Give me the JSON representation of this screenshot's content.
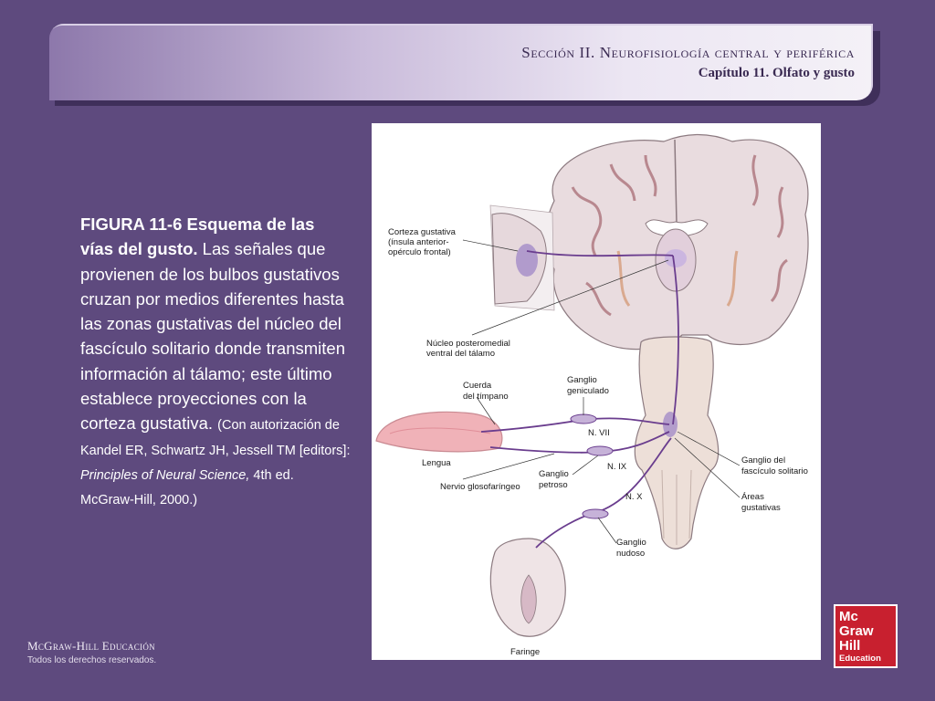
{
  "header": {
    "section": "Sección II.  Neurofisiología central y periférica",
    "chapter": "Capítulo 11. Olfato y gusto"
  },
  "caption": {
    "figure_title": "FIGURA 11-6 Esquema de las vías del gusto.",
    "body": "Las señales que provienen de los bulbos gustativos cruzan por medios diferentes hasta las zonas gustativas del núcleo del fascículo solitario donde transmiten información al tálamo; este último establece proyecciones con la corteza gustativa.",
    "credit_prefix": "(Con autorización de Kandel ER, Schwartz JH, Jessell TM [editors]:",
    "credit_book": "Principles of Neural Science,",
    "credit_suffix": "4th ed. McGraw-Hill, 2000.)"
  },
  "figure_labels": {
    "cortex_1": "Corteza gustativa",
    "cortex_2": "(ínsula anterior-",
    "cortex_3": "opérculo frontal)",
    "thalamus_1": "Núcleo posteromedial",
    "thalamus_2": "ventral del tálamo",
    "chorda_1": "Cuerda",
    "chorda_2": "del tímpano",
    "geniculate_1": "Ganglio",
    "geniculate_2": "geniculado",
    "n7": "N. VII",
    "n9": "N. IX",
    "n10": "N. X",
    "tongue": "Lengua",
    "glossopharyngeal": "Nervio glosofaríngeo",
    "petrosal_1": "Ganglio",
    "petrosal_2": "petroso",
    "nodose_1": "Ganglio",
    "nodose_2": "nudoso",
    "solitary_1": "Ganglio del",
    "solitary_2": "fascículo solitario",
    "areas_1": "Áreas",
    "areas_2": "gustativas",
    "pharynx": "Faringe"
  },
  "footer": {
    "brand": "McGraw-Hill Educación",
    "rights": "Todos los derechos reservados."
  },
  "logo": {
    "line1": "Mc",
    "line2": "Graw",
    "line3": "Hill",
    "line4": "Education"
  },
  "colors": {
    "background": "#5e4a7e",
    "logo_red": "#c8202f",
    "pathway": "#6a3d8e"
  }
}
